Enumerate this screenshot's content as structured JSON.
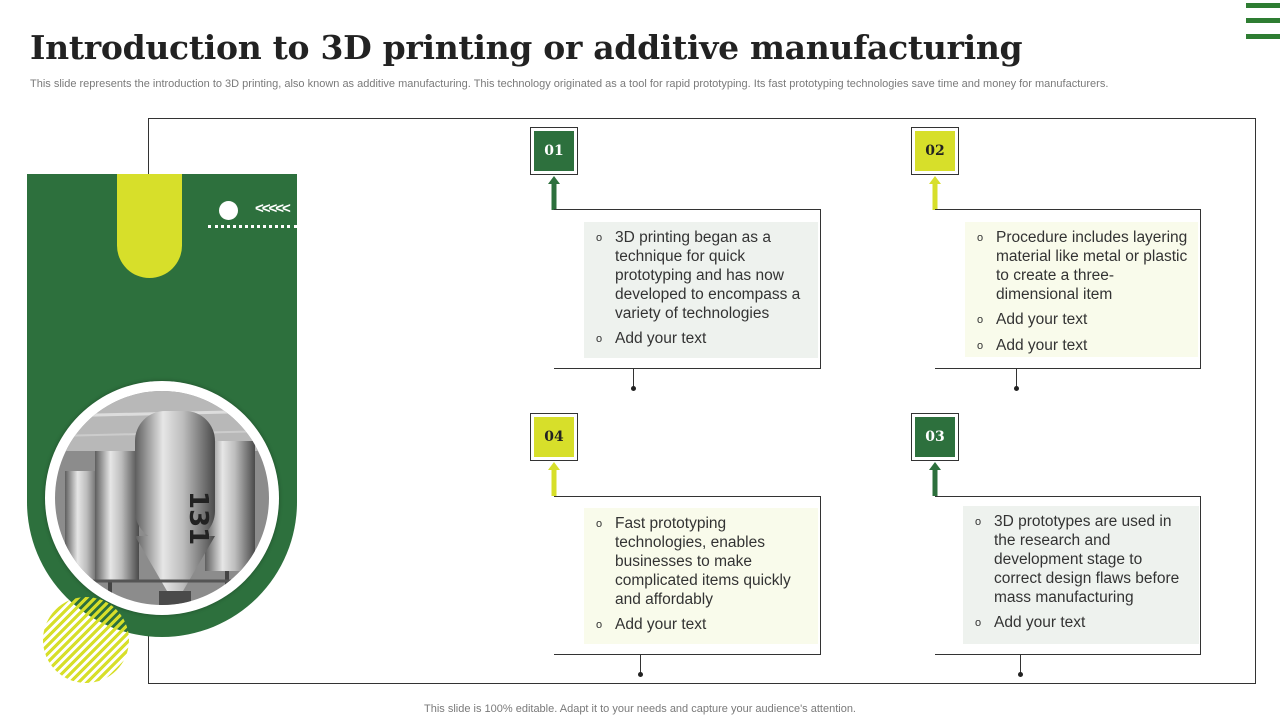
{
  "title": "Introduction  to 3D printing or additive manufacturing",
  "subtitle": "This slide represents the introduction to 3D printing, also known as additive manufacturing. This technology originated as a tool for rapid prototyping. Its fast prototyping technologies save time and money for manufacturers.",
  "decor": {
    "chevrons": "<<<<<"
  },
  "bullet_symbol": "o",
  "steps": [
    {
      "number": "01",
      "items": [
        "3D printing began as a technique for quick prototyping and has now developed to encompass a variety of technologies",
        "Add your text"
      ]
    },
    {
      "number": "02",
      "items": [
        "Procedure includes layering material like metal or plastic to create a three-dimensional item",
        "Add your text",
        "Add your text"
      ]
    },
    {
      "number": "03",
      "items": [
        "3D prototypes are used in the research and development stage to correct design flaws before mass manufacturing",
        "Add your text"
      ]
    },
    {
      "number": "04",
      "items": [
        "Fast prototyping technologies, enables businesses to make complicated items quickly and affordably",
        "Add your text"
      ]
    }
  ],
  "colors": {
    "green": "#2d703d",
    "yellow": "#d7df2a",
    "menu": "#2e7d32"
  },
  "icons": {
    "menu": "hamburger-menu-icon",
    "arrow": "arrow-up-icon"
  },
  "footer": "This slide is 100% editable. Adapt it to your needs and capture your audience's attention."
}
